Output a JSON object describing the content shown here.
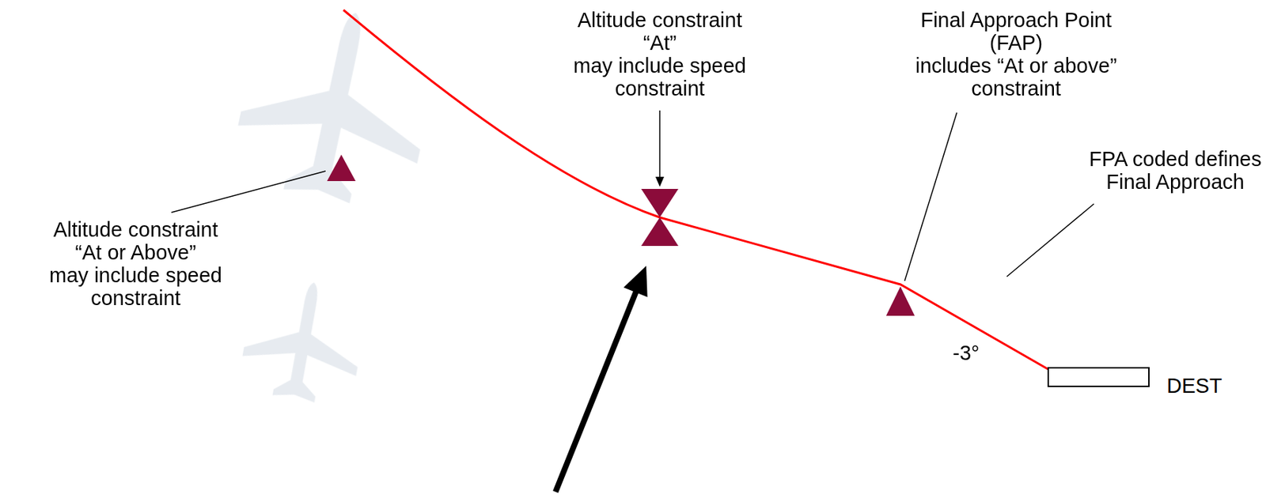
{
  "diagram": {
    "labels": [
      "Altitude constraint “At” may include speed constraint",
      "Final Approach Point (FAP) includes “At or above” constraint",
      "FPA coded defines Final Approach",
      "Altitude constraint “At or Above” may include speed constraint",
      "-3°",
      "DEST"
    ]
  }
}
